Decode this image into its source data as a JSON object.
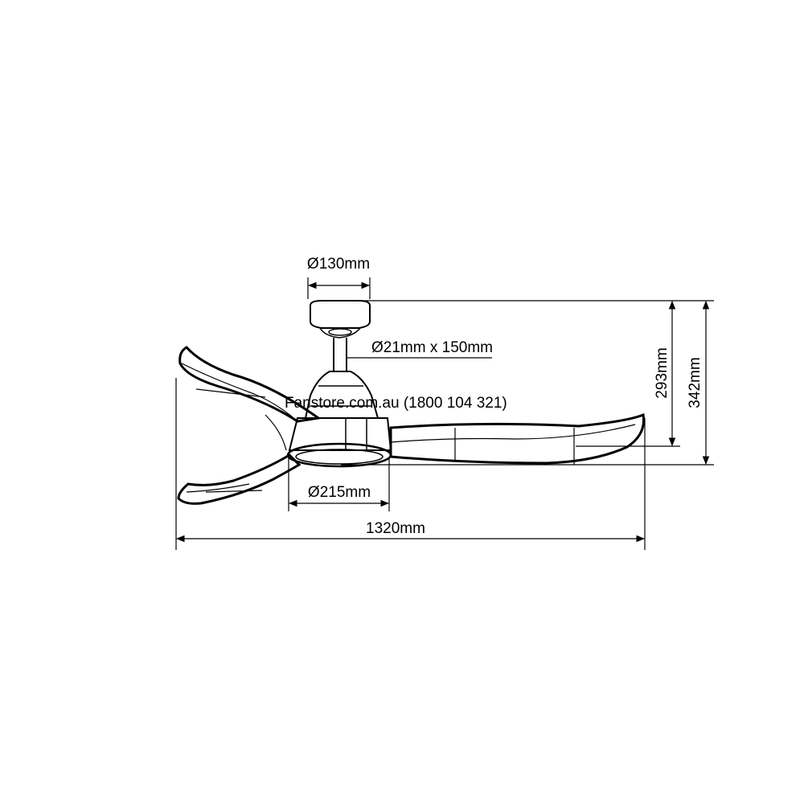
{
  "dimensions": {
    "canopy_diameter": "Ø130mm",
    "downrod": "Ø21mm x 150mm",
    "light_diameter": "Ø215mm",
    "overall_span": "1320mm",
    "height_to_blade": "293mm",
    "overall_height": "342mm"
  },
  "watermark": "Fanstore.com.au (1800 104 321)",
  "colors": {
    "line": "#000000",
    "background": "#ffffff"
  }
}
